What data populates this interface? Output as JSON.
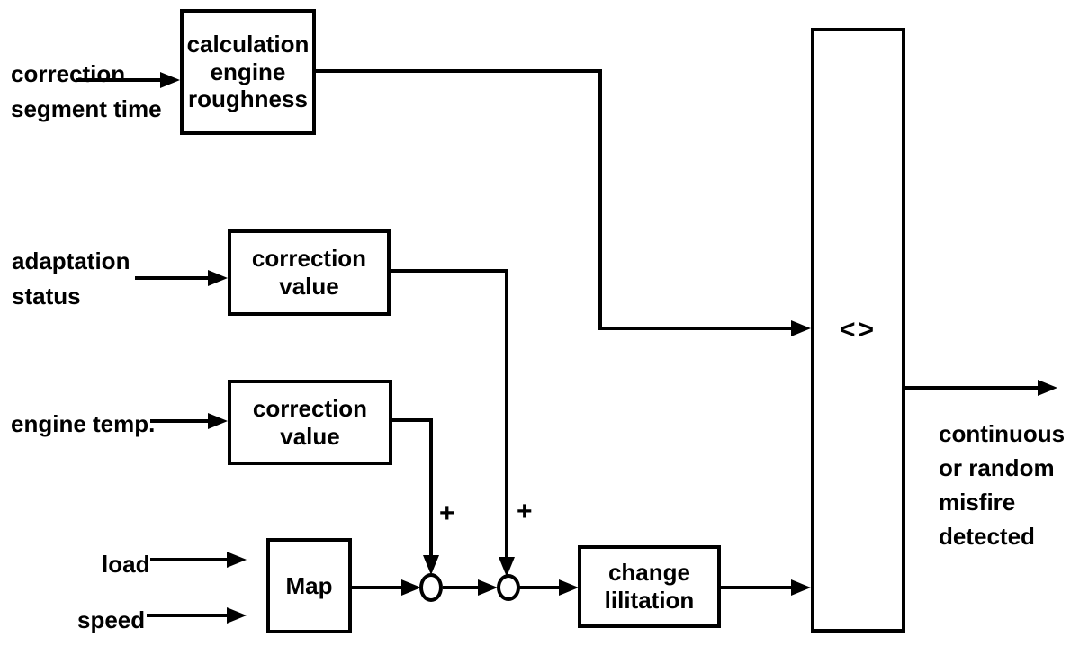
{
  "diagram": {
    "title_hint": "engine misfire detection block diagram",
    "inputs": {
      "correction_segment_time": "correction\nsegment time",
      "adaptation_status": "adaptation\nstatus",
      "engine_temp": "engine temp.",
      "load": "load",
      "speed": "speed"
    },
    "blocks": {
      "calculation_engine_roughness": "calculation\nengine\nroughness",
      "correction_value_adaptation": "correction\nvalue",
      "correction_value_engine_temp": "correction\nvalue",
      "map": "Map",
      "change_lilitation": "change\nlilitation",
      "comparator": "<>"
    },
    "operators": {
      "plus_1": "+",
      "plus_2": "+"
    },
    "output": {
      "result": "continuous\nor random\nmisfire\ndetected"
    },
    "colors": {
      "line": "#000000",
      "background": "#ffffff"
    }
  }
}
